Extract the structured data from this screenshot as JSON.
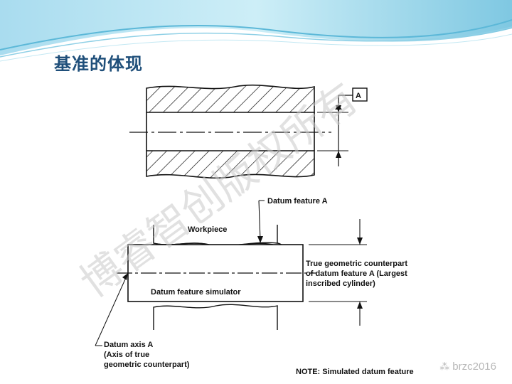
{
  "slide": {
    "title": "基准的体现"
  },
  "diagram_top": {
    "datum_label": "A"
  },
  "diagram_bottom": {
    "datum_feature_label": "Datum feature A",
    "workpiece_label": "Workpiece",
    "simulator_label": "Datum feature simulator",
    "counterpart_lines": [
      "True geometric counterpart",
      "of datum feature A (Largest",
      "inscribed cylinder)"
    ],
    "axis_lines": [
      "Datum axis A",
      "(Axis of true",
      "geometric counterpart)"
    ],
    "note_fragment": "NOTE: Simulated datum feature"
  },
  "watermark": {
    "text": "博睿智创版权所有"
  },
  "credit": {
    "icon": "wechat-icon",
    "text": "brzc2016"
  },
  "colors": {
    "title": "#1f4f7a",
    "wave_light": "#bfe6f2",
    "wave_mid": "#8fd0e6",
    "wave_dark": "#4fb3d4",
    "watermark": "#c9c9c9"
  }
}
